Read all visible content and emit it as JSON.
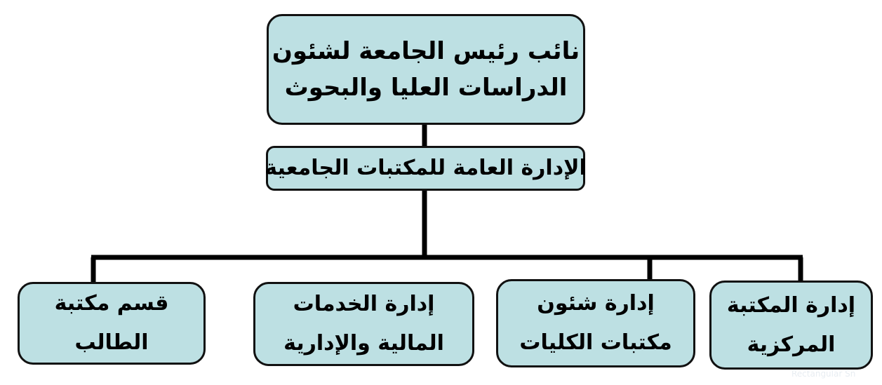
{
  "org_chart": {
    "top": {
      "lines": [
        "نائب رئيس الجامعة لشئون",
        "الدراسات العليا والبحوث"
      ]
    },
    "middle": {
      "label": "الإدارة العامة للمكتبات الجامعية"
    },
    "children": [
      {
        "lines": [
          "إدارة المكتبة",
          "المركزية"
        ]
      },
      {
        "lines": [
          "إدارة شئون",
          "مكتبات الكليات"
        ]
      },
      {
        "lines": [
          "إدارة الخدمات",
          "المالية والإدارية"
        ]
      },
      {
        "lines": [
          "قسم مكتبة",
          "الطالب"
        ]
      }
    ]
  },
  "watermark": "Rectangular Sn",
  "colors": {
    "box_fill": "#bde0e3",
    "box_border": "#111111",
    "connector": "#000000"
  }
}
